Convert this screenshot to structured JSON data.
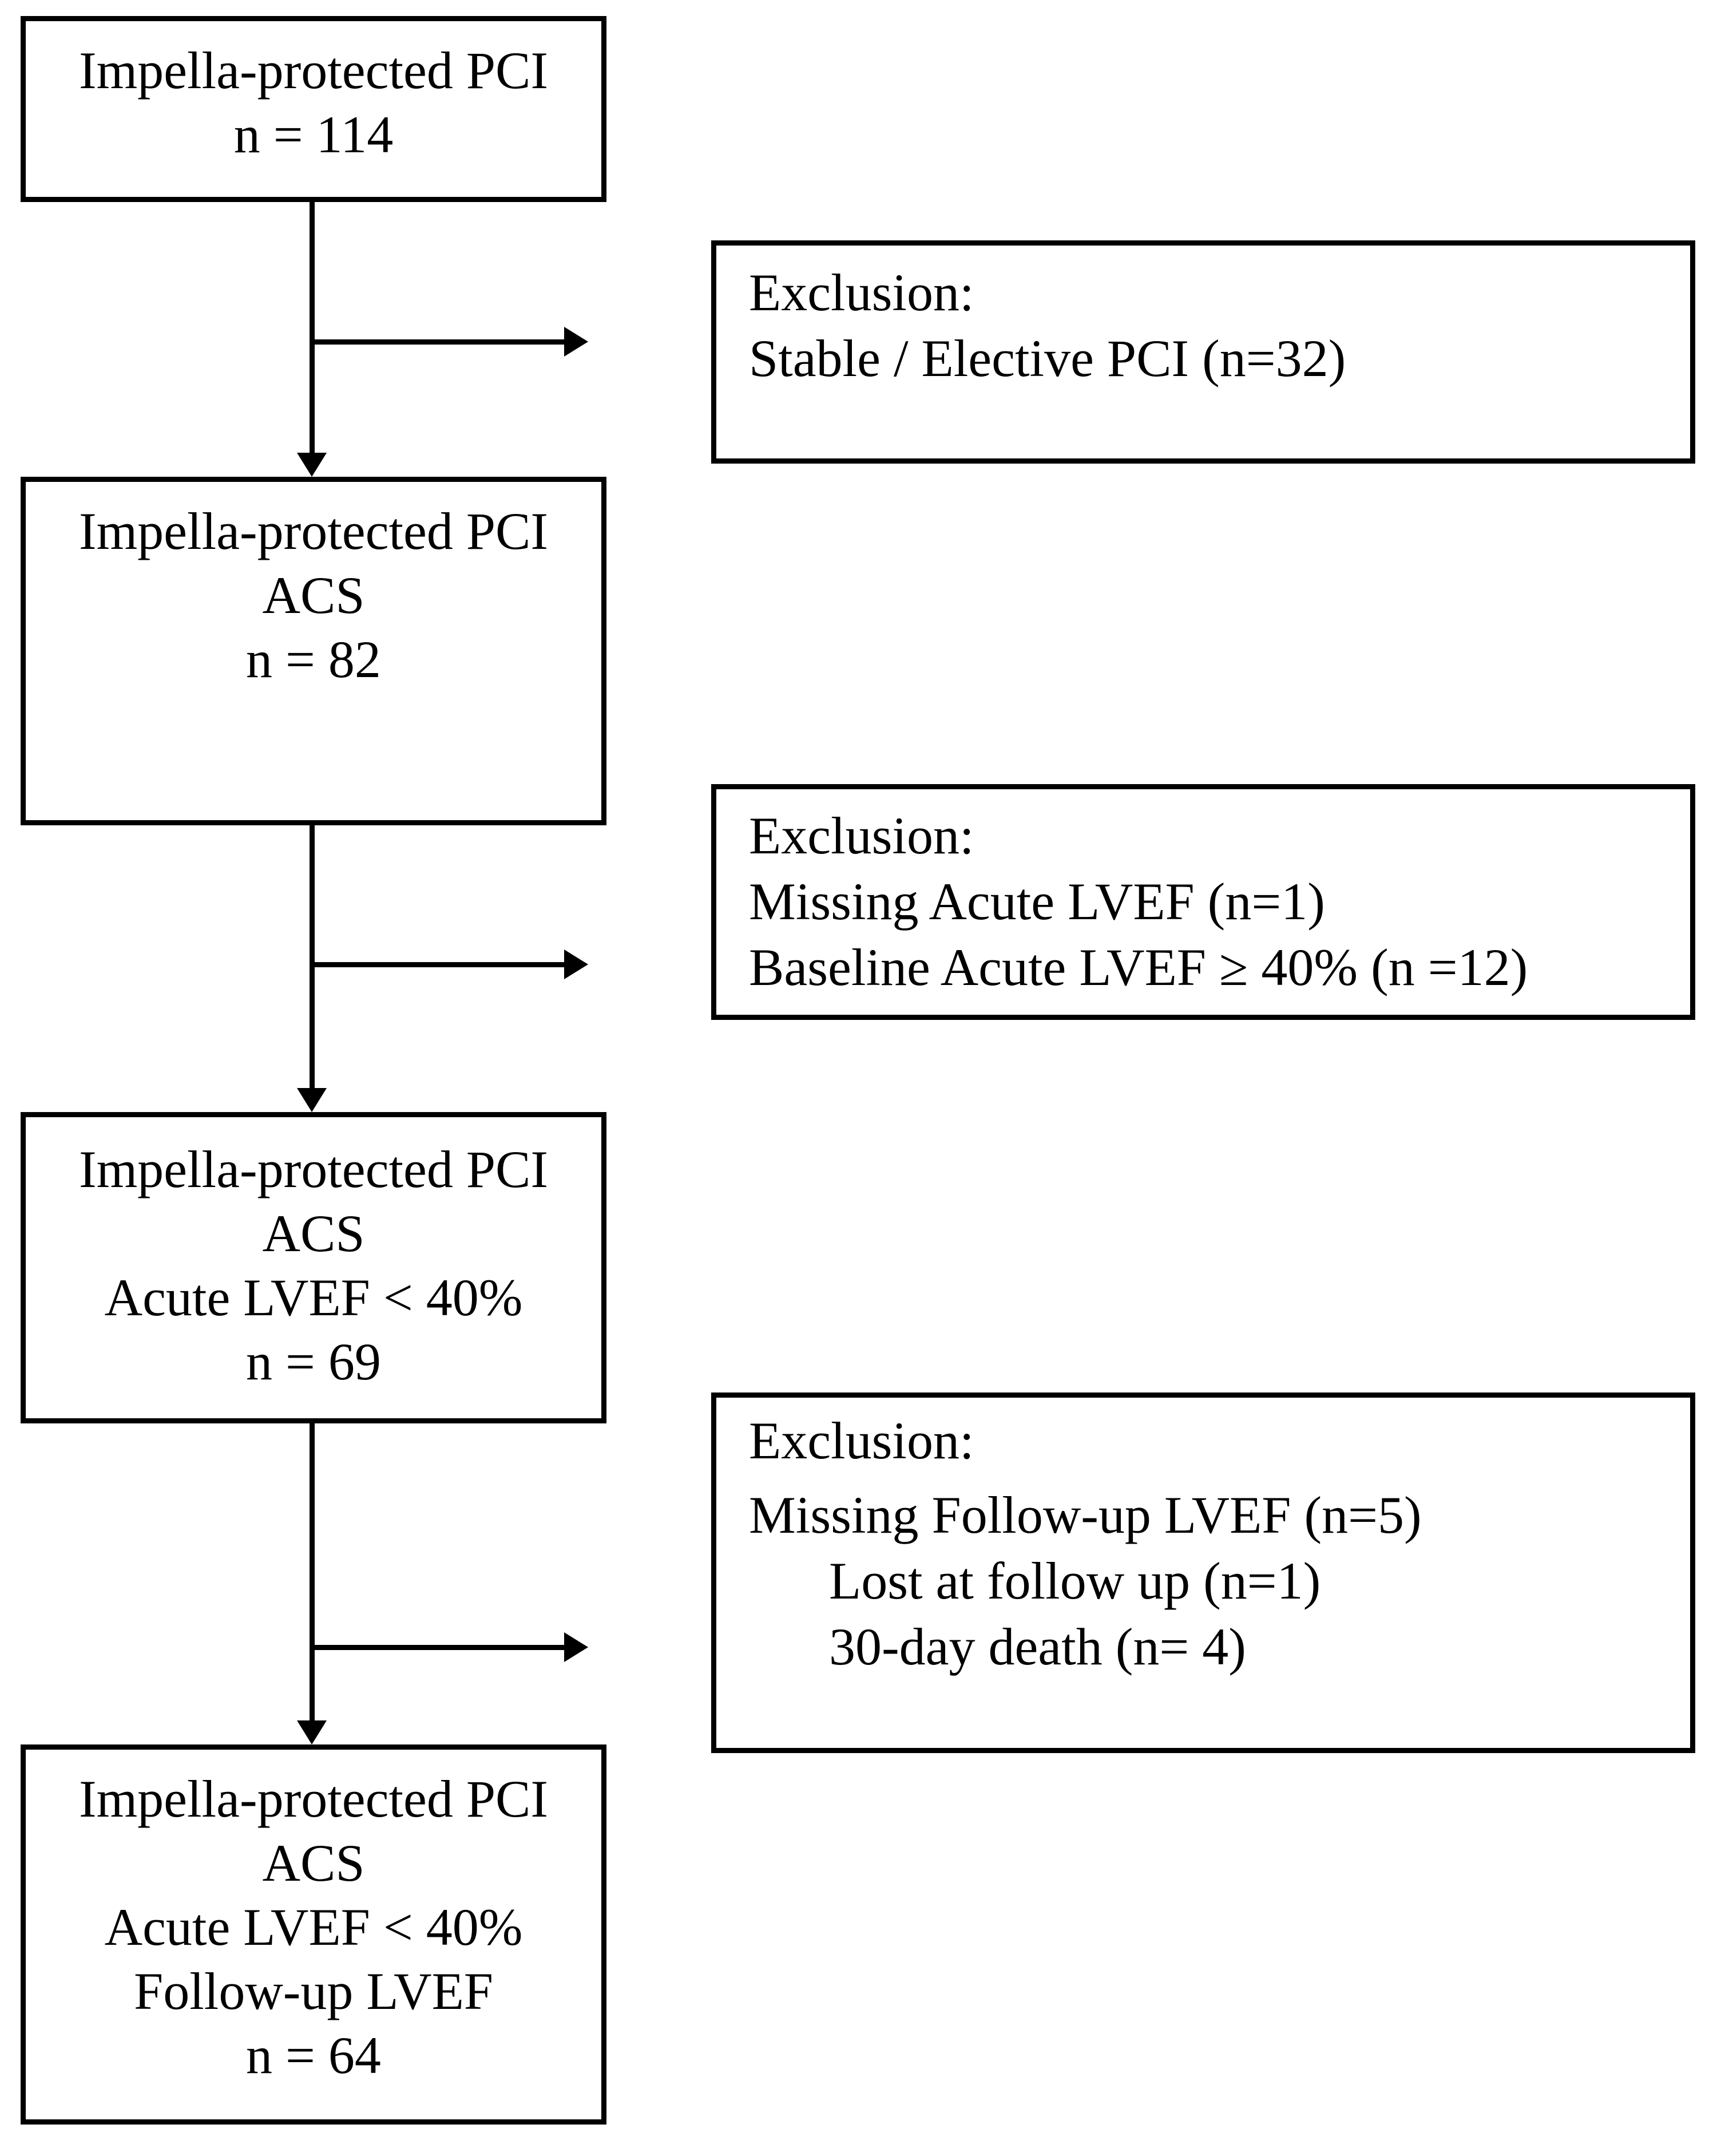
{
  "colors": {
    "background": "#ffffff",
    "line": "#000000",
    "text": "#000000"
  },
  "flow": {
    "main_boxes": [
      {
        "id": "impella-protected-pci",
        "lines": [
          "Impella-protected PCI",
          "n = 114"
        ]
      },
      {
        "id": "impella-protected-pci-acs",
        "lines": [
          "Impella-protected PCI",
          "ACS",
          "n = 82"
        ]
      },
      {
        "id": "impella-protected-pci-acs-acute-lvef",
        "lines": [
          "Impella-protected PCI",
          "ACS",
          "Acute LVEF < 40%",
          "n = 69"
        ]
      },
      {
        "id": "impella-protected-pci-acs-followup-lvef",
        "lines": [
          "Impella-protected PCI",
          "ACS",
          "Acute LVEF < 40%",
          "Follow-up LVEF",
          "n = 64"
        ]
      }
    ],
    "exclusion_boxes": [
      {
        "id": "exclusion-stable-elective",
        "lines": [
          "Exclusion:",
          "Stable / Elective PCI (n=32)"
        ]
      },
      {
        "id": "exclusion-missing-acute-lvef",
        "lines": [
          "Exclusion:",
          "Missing Acute LVEF (n=1)",
          "Baseline Acute LVEF ≥ 40% (n =12)"
        ]
      },
      {
        "id": "exclusion-missing-followup-lvef",
        "lines": [
          "Exclusion:",
          "Missing Follow-up LVEF (n=5)",
          "Lost at follow up (n=1)",
          "30-day death (n= 4)"
        ]
      }
    ]
  }
}
